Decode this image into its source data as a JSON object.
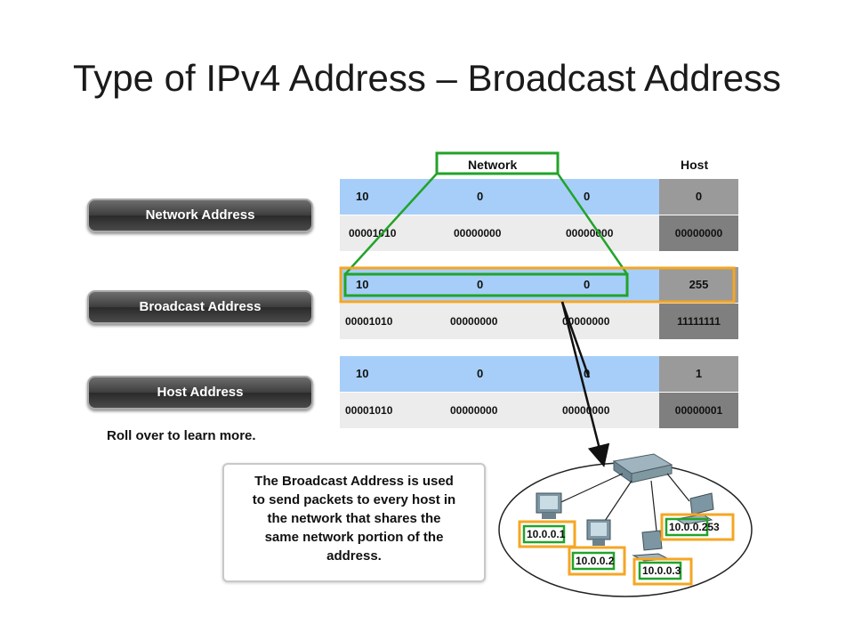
{
  "title": "Type of IPv4 Address – Broadcast Address",
  "buttons": {
    "network": "Network Address",
    "broadcast": "Broadcast Address",
    "host": "Host Address"
  },
  "hint": "Roll over to learn more.",
  "columns": {
    "network": "Network",
    "host": "Host"
  },
  "tables": {
    "network": {
      "dec": [
        "10",
        "0",
        "0",
        "0"
      ],
      "bin": [
        "00001010",
        "00000000",
        "00000000",
        "00000000"
      ]
    },
    "broadcast": {
      "dec": [
        "10",
        "0",
        "0",
        "255"
      ],
      "bin": [
        "00001010",
        "00000000",
        "00000000",
        "11111111"
      ]
    },
    "host": {
      "dec": [
        "10",
        "0",
        "0",
        "1"
      ],
      "bin": [
        "00001010",
        "00000000",
        "00000000",
        "00000001"
      ]
    }
  },
  "info": {
    "lines": [
      "The Broadcast Address is used",
      "to send packets to every host in",
      "the network that shares the",
      "same network portion of the",
      "address."
    ]
  },
  "hosts": [
    {
      "net": "10.0.0.",
      "id": "1"
    },
    {
      "net": "10.0.0.",
      "id": "2"
    },
    {
      "net": "10.0.0.",
      "id": "3"
    },
    {
      "net": "10.0.0.",
      "id": "253"
    }
  ],
  "colors": {
    "network_highlight": "#22a32a",
    "broadcast_highlight": "#f5a623",
    "decimal_row": "#a6cef8",
    "host_column": "#9a9a9a"
  }
}
